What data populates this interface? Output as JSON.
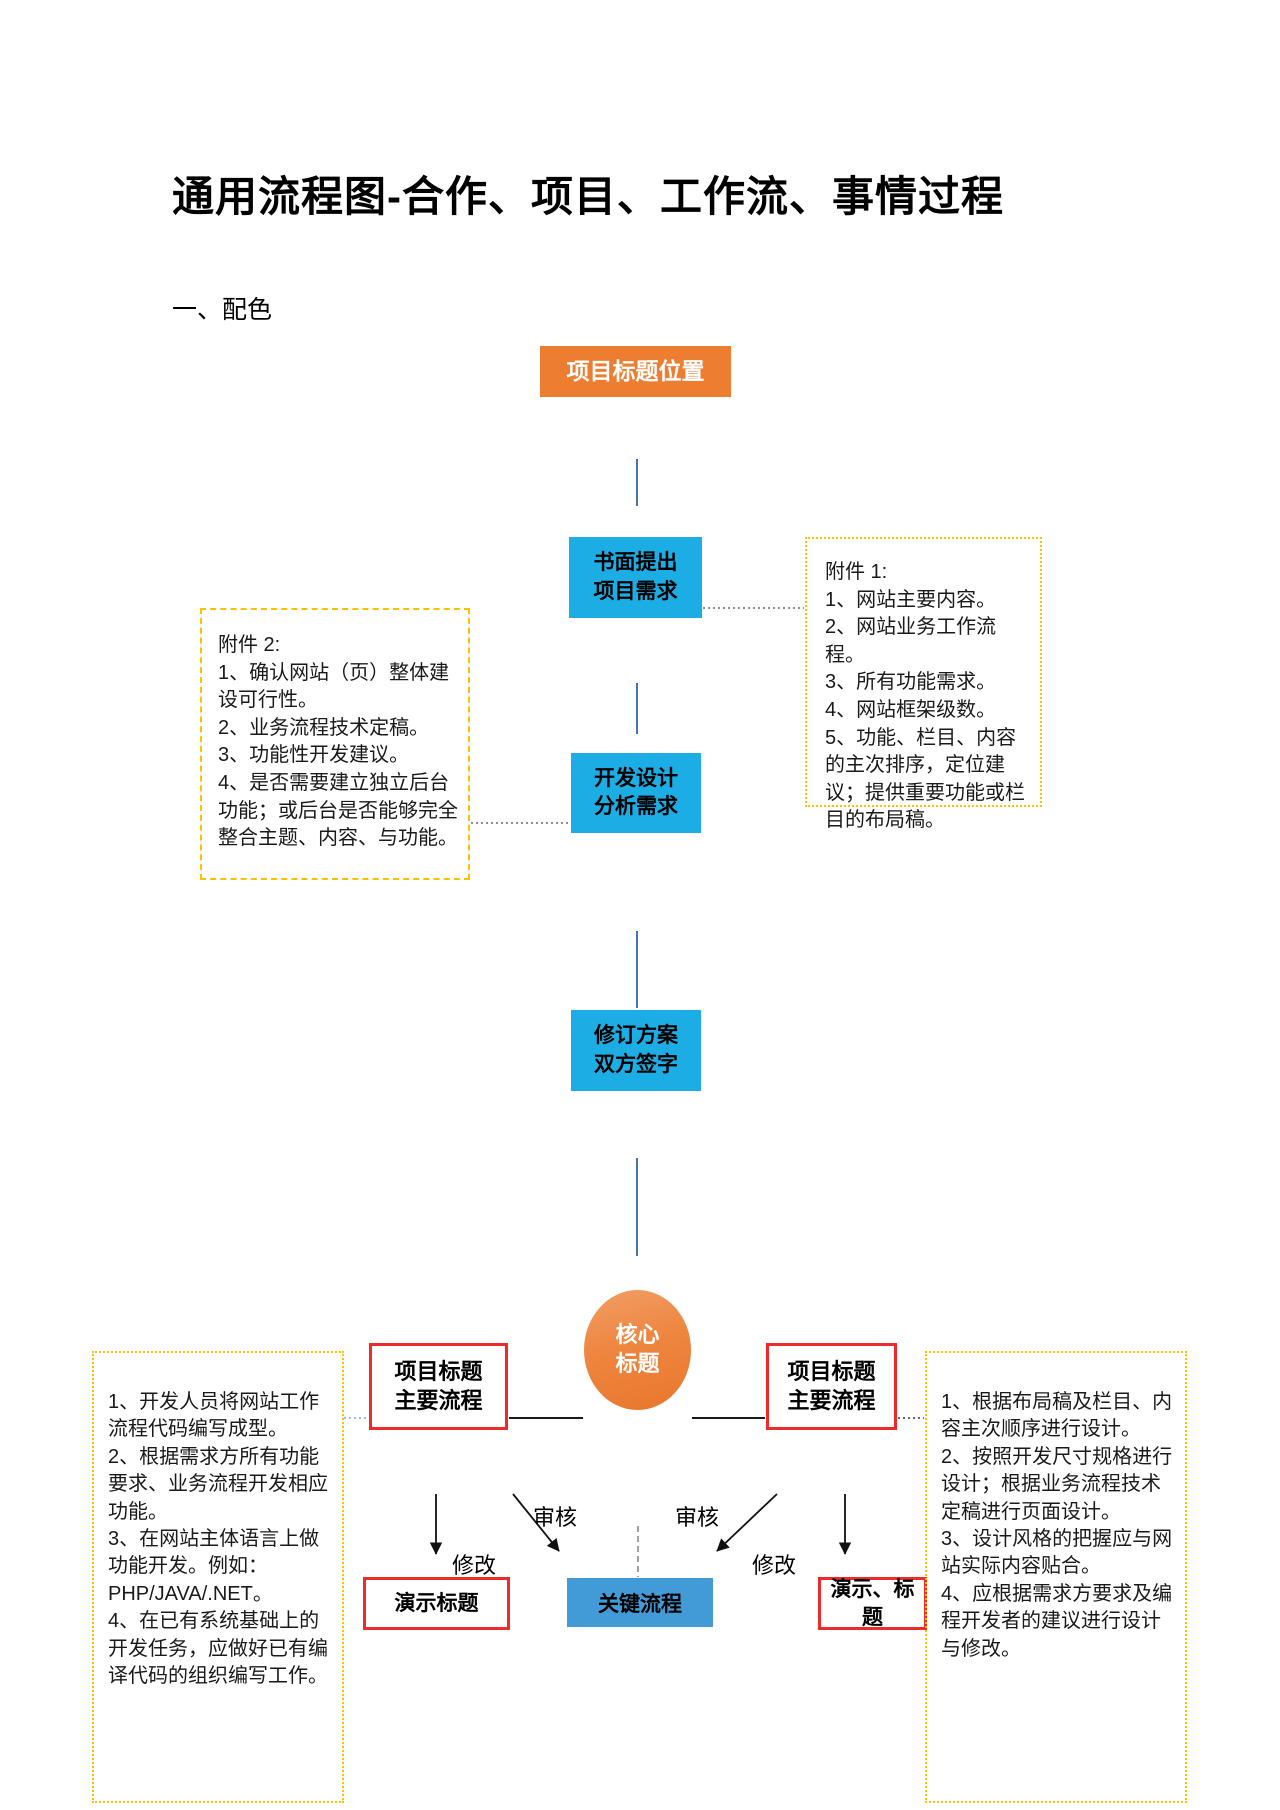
{
  "header": {
    "title": "通用流程图-合作、项目、工作流、事情过程",
    "section": "一、配色"
  },
  "nodes": {
    "project_title": "项目标题位置",
    "step_request": {
      "line1": "书面提出",
      "line2": "项目需求"
    },
    "step_analyze": {
      "line1": "开发设计",
      "line2": "分析需求"
    },
    "step_sign": {
      "line1": "修订方案",
      "line2": "双方签字"
    },
    "core": {
      "line1": "核心",
      "line2": "标题"
    },
    "branch_left": {
      "line1": "项目标题",
      "line2": "主要流程"
    },
    "branch_right": {
      "line1": "项目标题",
      "line2": "主要流程"
    },
    "demo_left": "演示标题",
    "key_flow": "关键流程",
    "demo_right": "演示、标题"
  },
  "attachment1": {
    "heading": "附件 1:",
    "items": [
      "1、网站主要内容。",
      "2、网站业务工作流程。",
      "3、所有功能需求。",
      "4、网站框架级数。",
      "5、功能、栏目、内容的主次排序，定位建议；提供重要功能或栏目的布局稿。"
    ]
  },
  "attachment2": {
    "heading": "附件 2:",
    "items": [
      "1、确认网站（页）整体建设可行性。",
      "2、业务流程技术定稿。",
      "3、功能性开发建议。",
      "4、是否需要建立独立后台功能；或后台是否能够完全整合主题、内容、与功能。"
    ]
  },
  "notes_left": {
    "items": [
      "1、开发人员将网站工作流程代码编写成型。",
      "2、根据需求方所有功能要求、业务流程开发相应功能。",
      "3、在网站主体语言上做功能开发。例如：PHP/JAVA/.NET。",
      "4、在已有系统基础上的开发任务，应做好已有编译代码的组织编写工作。"
    ]
  },
  "notes_right": {
    "items": [
      "1、根据布局稿及栏目、内容主次顺序进行设计。",
      "2、按照开发尺寸规格进行设计；根据业务流程技术定稿进行页面设计。",
      "3、设计风格的把握应与网站实际内容贴合。",
      "4、应根据需求方要求及编程开发者的建议进行设计与修改。"
    ]
  },
  "labels": {
    "review_left": "审核",
    "review_right": "审核",
    "modify_left": "修改",
    "modify_right": "修改"
  },
  "colors": {
    "accent_orange": "#ED7D31",
    "process_cyan": "#1CADE4",
    "key_flow_blue": "#429BD7",
    "red_border": "#EE2B2B",
    "gold_border": "#FFC000",
    "connector_blue": "#4472C4"
  }
}
